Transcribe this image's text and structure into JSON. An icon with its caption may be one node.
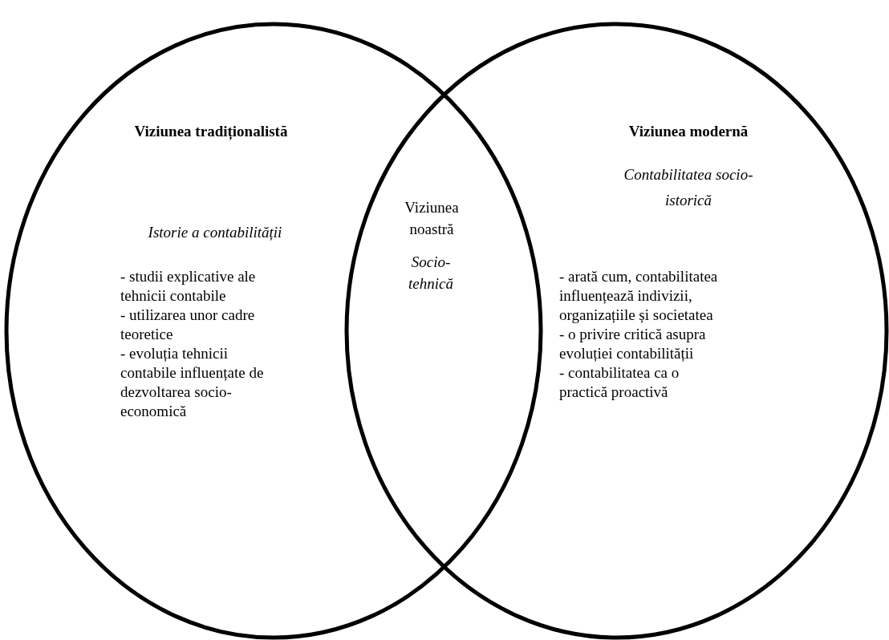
{
  "diagram": {
    "nodes": [
      {
        "text": [
          "Viziunea tradiționalistă",
          "Istorie a contabilității",
          "- studii explicative ale tehnicii contabile",
          "- utilizarea unor cadre teoretice",
          "- evoluția tehnicii contabile influențate de dezvoltarea socio-economică"
        ]
      },
      {
        "text": [
          "Viziunea modernă",
          "Contabilitatea socio-istorică",
          "- arată cum, contabilitatea influențează indivizii, organizațiile și societatea",
          "- o privire critică asupra evoluției contabilității",
          "- contabilitatea ca o practică proactivă"
        ]
      }
    ],
    "labels": [
      "Viziunea noastră",
      "Socio-tehnică"
    ]
  }
}
